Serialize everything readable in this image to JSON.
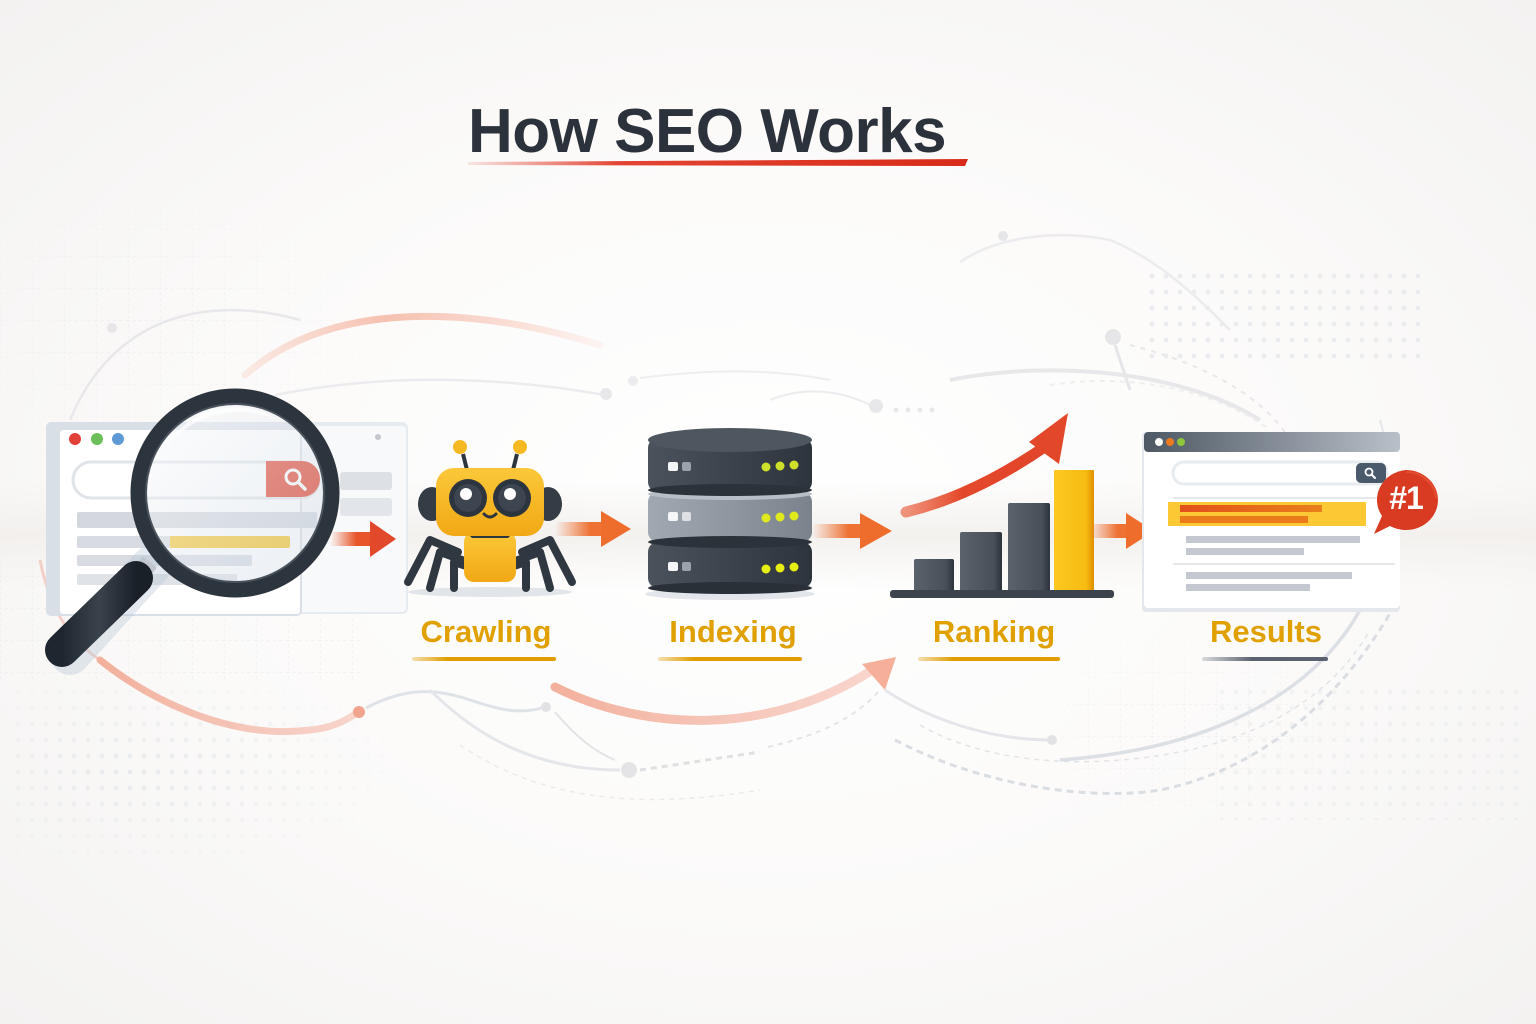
{
  "title": "How SEO Works",
  "colors": {
    "title_text": "#2b323b",
    "title_underline": "#e0301e",
    "label_text": "#e0a000",
    "arrow": "#ea5a2a",
    "robot_yellow": "#f6b921",
    "server_dark": "#3c424b",
    "server_gray": "#8c949e",
    "led_green": "#d4e21a",
    "badge_red": "#d83a22",
    "highlight_yellow": "#fcc934"
  },
  "steps": [
    {
      "id": "search",
      "label": "",
      "icon": "magnifier-browser-icon"
    },
    {
      "id": "crawling",
      "label": "Crawling",
      "icon": "spider-robot-icon"
    },
    {
      "id": "indexing",
      "label": "Indexing",
      "icon": "server-stack-icon"
    },
    {
      "id": "ranking",
      "label": "Ranking",
      "icon": "rising-bar-chart-icon"
    },
    {
      "id": "results",
      "label": "Results",
      "icon": "search-results-browser-icon",
      "badge": "#1"
    }
  ],
  "ranking_bars": [
    1,
    2,
    3,
    4
  ]
}
